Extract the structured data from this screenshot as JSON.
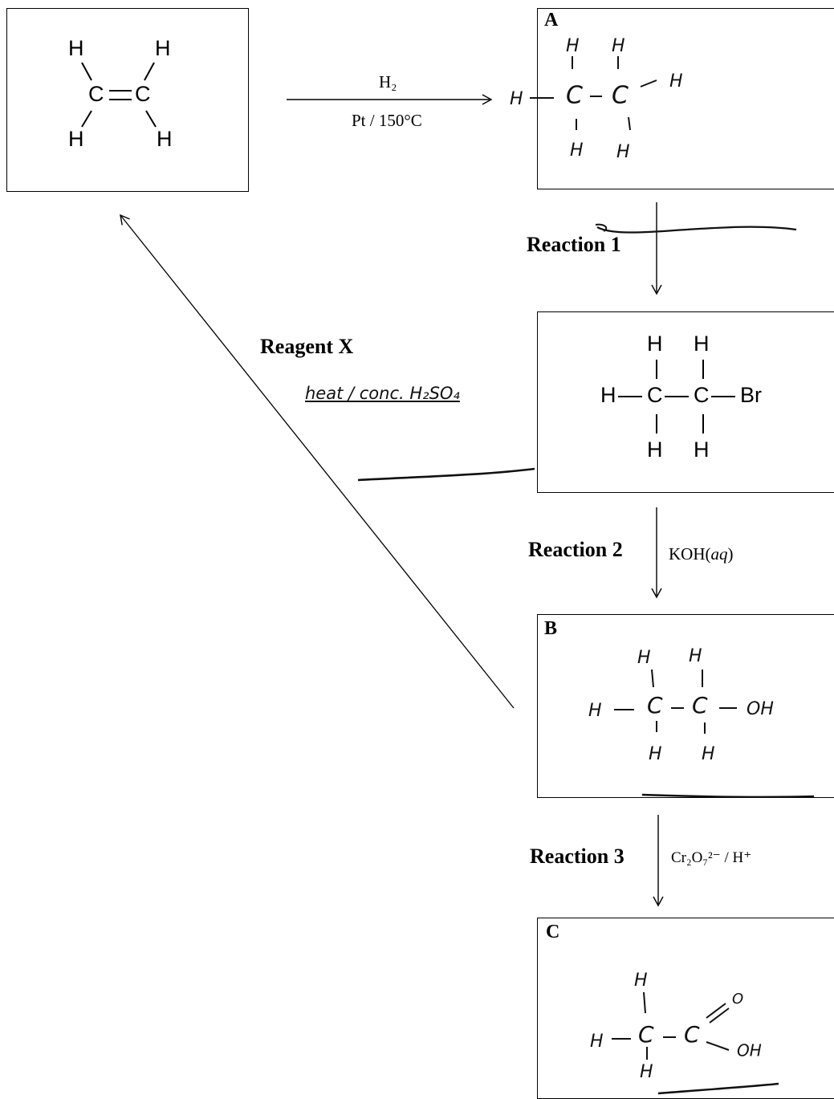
{
  "boxes": {
    "a_tag": "A",
    "b_tag": "B",
    "c_tag": "C"
  },
  "arrow_h2": {
    "reagent": "H₂",
    "conditions": "Pt / 150°C"
  },
  "reaction1": {
    "label": "Reaction 1"
  },
  "reaction2": {
    "label": "Reaction 2",
    "reagent": "KOH(",
    "reagent_italic": "aq",
    "reagent_end": ")"
  },
  "reaction3": {
    "label": "Reaction 3",
    "reagent": "Cr₂O₇²⁻ / H⁺"
  },
  "reagent_x": {
    "label": "Reagent X",
    "answer": "heat / conc. H₂SO₄"
  },
  "atoms": {
    "h": "H",
    "c": "C",
    "br": "Br",
    "oh": "OH",
    "o": "O"
  }
}
